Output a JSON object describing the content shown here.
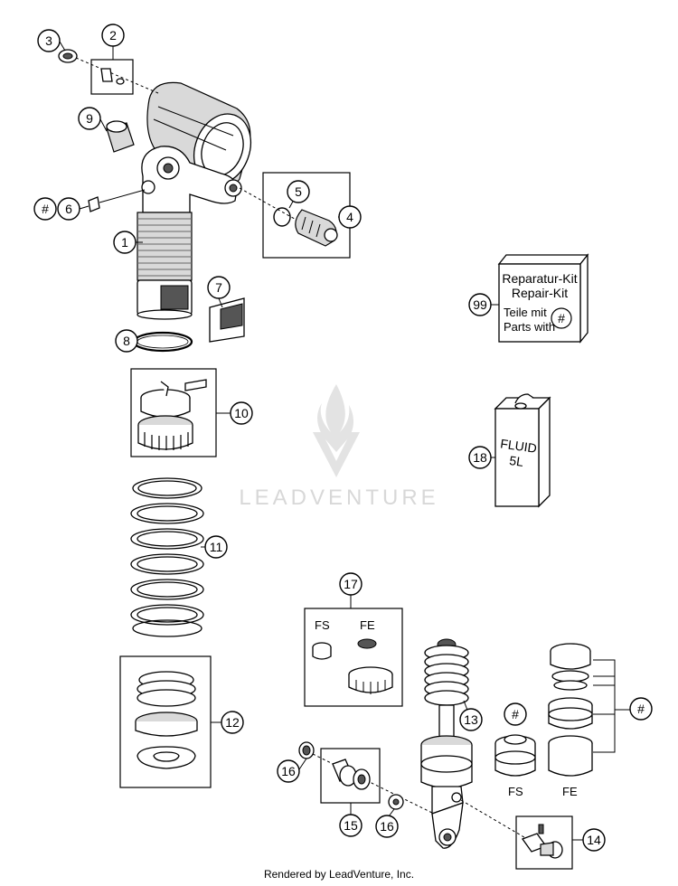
{
  "watermark": "LEADVENTURE",
  "footer": "Rendered by LeadVenture, Inc.",
  "kit_box": {
    "line1": "Reparatur-Kit",
    "line2": "Repair-Kit",
    "line3": "Teile mit",
    "line4": "Parts with",
    "symbol": "#"
  },
  "can_label": {
    "line1": "FLUID",
    "line2": "5L"
  },
  "variant_labels": {
    "fs": "FS",
    "fe": "FE"
  },
  "callouts": {
    "c1": "1",
    "c2": "2",
    "c3": "3",
    "c4": "4",
    "c5": "5",
    "c6": "6",
    "c7": "7",
    "c8": "8",
    "c9": "9",
    "c10": "10",
    "c11": "11",
    "c12": "12",
    "c13": "13",
    "c14": "14",
    "c15": "15",
    "c16a": "16",
    "c16b": "16",
    "c17": "17",
    "c18": "18",
    "c99": "99",
    "hash_left": "#",
    "hash_mid": "#",
    "hash_right": "#"
  }
}
